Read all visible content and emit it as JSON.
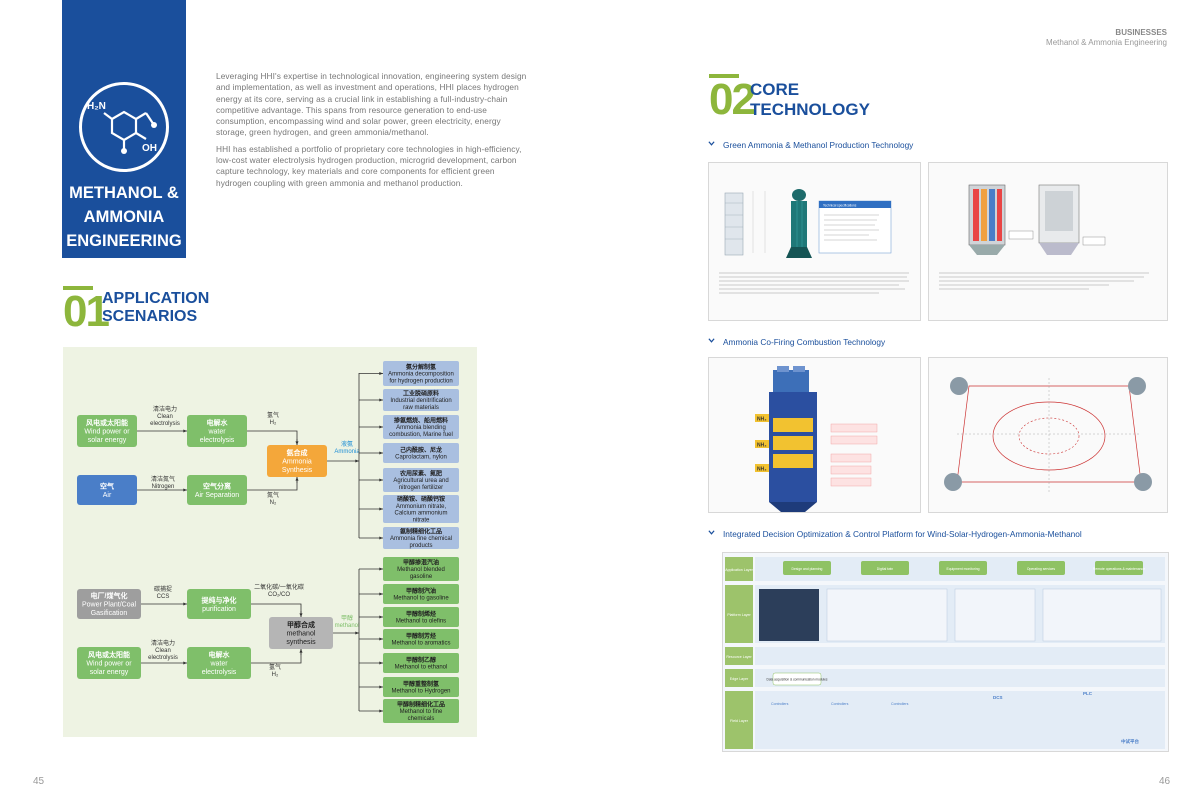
{
  "hero": {
    "title_lines": [
      "METHANOL &",
      "AMMONIA",
      "ENGINEERING"
    ],
    "icon_labels": {
      "amine": "H₂N",
      "hydroxyl": "OH"
    }
  },
  "intro": {
    "p1": "Leveraging HHI's expertise in technological innovation, engineering system design and implementation, as well as investment and operations, HHI places hydrogen energy at its core, serving as a crucial link in establishing a full-industry-chain competitive advantage. This spans from resource generation to end-use consumption, encompassing wind and solar power, green electricity, energy storage, green hydrogen, and green ammonia/methanol.",
    "p2": "HHI has established a portfolio of proprietary core technologies in high-efficiency, low-cost water electrolysis hydrogen production, microgrid development, carbon capture technology, key materials and core components for efficient green hydrogen coupling with green ammonia and  methanol production."
  },
  "section1": {
    "num": "01",
    "title_lines": [
      "APPLICATION",
      "SCENARIOS"
    ]
  },
  "section2": {
    "num": "02",
    "title_lines": [
      "CORE",
      "TECHNOLOGY"
    ]
  },
  "header": {
    "category": "BUSINESSES",
    "subtitle": "Methanol & Ammonia Engineering"
  },
  "subsections": [
    "Green Ammonia & Methanol Production Technology",
    "Ammonia Co-Firing Combustion Technology",
    "Integrated Decision Optimization & Control Platform for Wind-Solar-Hydrogen-Ammonia-Methanol"
  ],
  "page_numbers": {
    "left": "45",
    "right": "46"
  },
  "flow": {
    "nodes": {
      "wind1": [
        "风电或太阳能",
        "Wind power or",
        "solar energy"
      ],
      "air": [
        "空气",
        "Air"
      ],
      "elec1": [
        "电解水",
        "water",
        "electrolysis"
      ],
      "airsep": [
        "空气分离",
        "Air Separation"
      ],
      "ammonia": [
        "氨合成",
        "Ammonia",
        "Synthesis"
      ],
      "plant": [
        "电厂/煤气化",
        "Power Plant/Coal",
        "Gasification"
      ],
      "purif": [
        "提纯与净化",
        "purification"
      ],
      "methanol": [
        "甲醇合成",
        "methanol",
        "synthesis"
      ],
      "wind2": [
        "风电或太阳能",
        "Wind power or",
        "solar energy"
      ],
      "elec2": [
        "电解水",
        "water",
        "electrolysis"
      ]
    },
    "edge_labels": {
      "clean1": [
        "清洁电力",
        "Clean",
        "electrolysis"
      ],
      "nitro": [
        "清洁氮气",
        "Nitrogen"
      ],
      "h2a": [
        "氢气",
        "H₂"
      ],
      "n2": [
        "氮气",
        "N₂"
      ],
      "ammo": [
        "液氨",
        "Ammonia"
      ],
      "ccs": [
        "碳捕捉",
        "CCS"
      ],
      "co2": [
        "二氧化碳/一氧化碳",
        "CO₂/CO"
      ],
      "clean2": [
        "清洁电力",
        "Clean",
        "electrolysis"
      ],
      "h2b": [
        "氢气",
        "H₂"
      ],
      "meth": [
        "甲醇",
        "methanol"
      ]
    },
    "ammonia_outputs": [
      [
        "氨分解制氢",
        "Ammonia decomposition",
        "for hydrogen production"
      ],
      [
        "工业脱硝原料",
        "Industrial denitrification",
        "raw materials"
      ],
      [
        "掺氨燃烧、船用燃料",
        "Ammonia blending",
        "combustion, Marine fuel"
      ],
      [
        "己内酰胺、尼龙",
        "Caprolactam, nylon"
      ],
      [
        "农用尿素、氮肥",
        "Agricultural urea and",
        "nitrogen fertilizer"
      ],
      [
        "硝酸铵、硝酸钙铵",
        "Ammonium nitrate,",
        "Calcium ammonium",
        "nitrate"
      ],
      [
        "氨制精细化工品",
        "Ammonia fine chemical",
        "products"
      ]
    ],
    "methanol_outputs": [
      [
        "甲醇掺混汽油",
        "Methanol blended",
        "gasoline"
      ],
      [
        "甲醇制汽油",
        "Methanol to gasoline"
      ],
      [
        "甲醇制烯烃",
        "Methanol to olefins"
      ],
      [
        "甲醇制芳烃",
        "Methanol to aromatics"
      ],
      [
        "甲醇制乙醇",
        "Methanol to ethanol"
      ],
      [
        "甲醇重整制氢",
        "Methanol to Hydrogen"
      ],
      [
        "甲醇制精细化工品",
        "Methanol to fine",
        "chemicals"
      ]
    ]
  },
  "tech_images": {
    "img1_spec_title": "Technical specifications",
    "img4_layers": [
      "Application Layer",
      "Platform Layer",
      "Resource Layer",
      "Edge Layer",
      "Field Layer"
    ],
    "img4_field_tags": [
      "DCS",
      "PLC",
      "中试平台"
    ],
    "img3_tags": [
      "NH₃",
      "NH₃",
      "NH₃"
    ],
    "img4_apps": [
      "Design and planning",
      "Digital twin",
      "Equipment monitoring",
      "Operating services",
      "Remote operations & maintenance"
    ],
    "img4_edge": "Data acquisition & communication modules",
    "img4_field": [
      "Controllers",
      "Controllers",
      "Controllers"
    ]
  },
  "colors": {
    "brand_blue": "#1a4f9c",
    "accent_green": "#8db63c",
    "node_green": "#7fbf6a",
    "node_blue": "#4a7ec8",
    "node_orange": "#f4a73a",
    "node_gray": "#9e9e9e",
    "out_blue": "#a9bfe0"
  }
}
